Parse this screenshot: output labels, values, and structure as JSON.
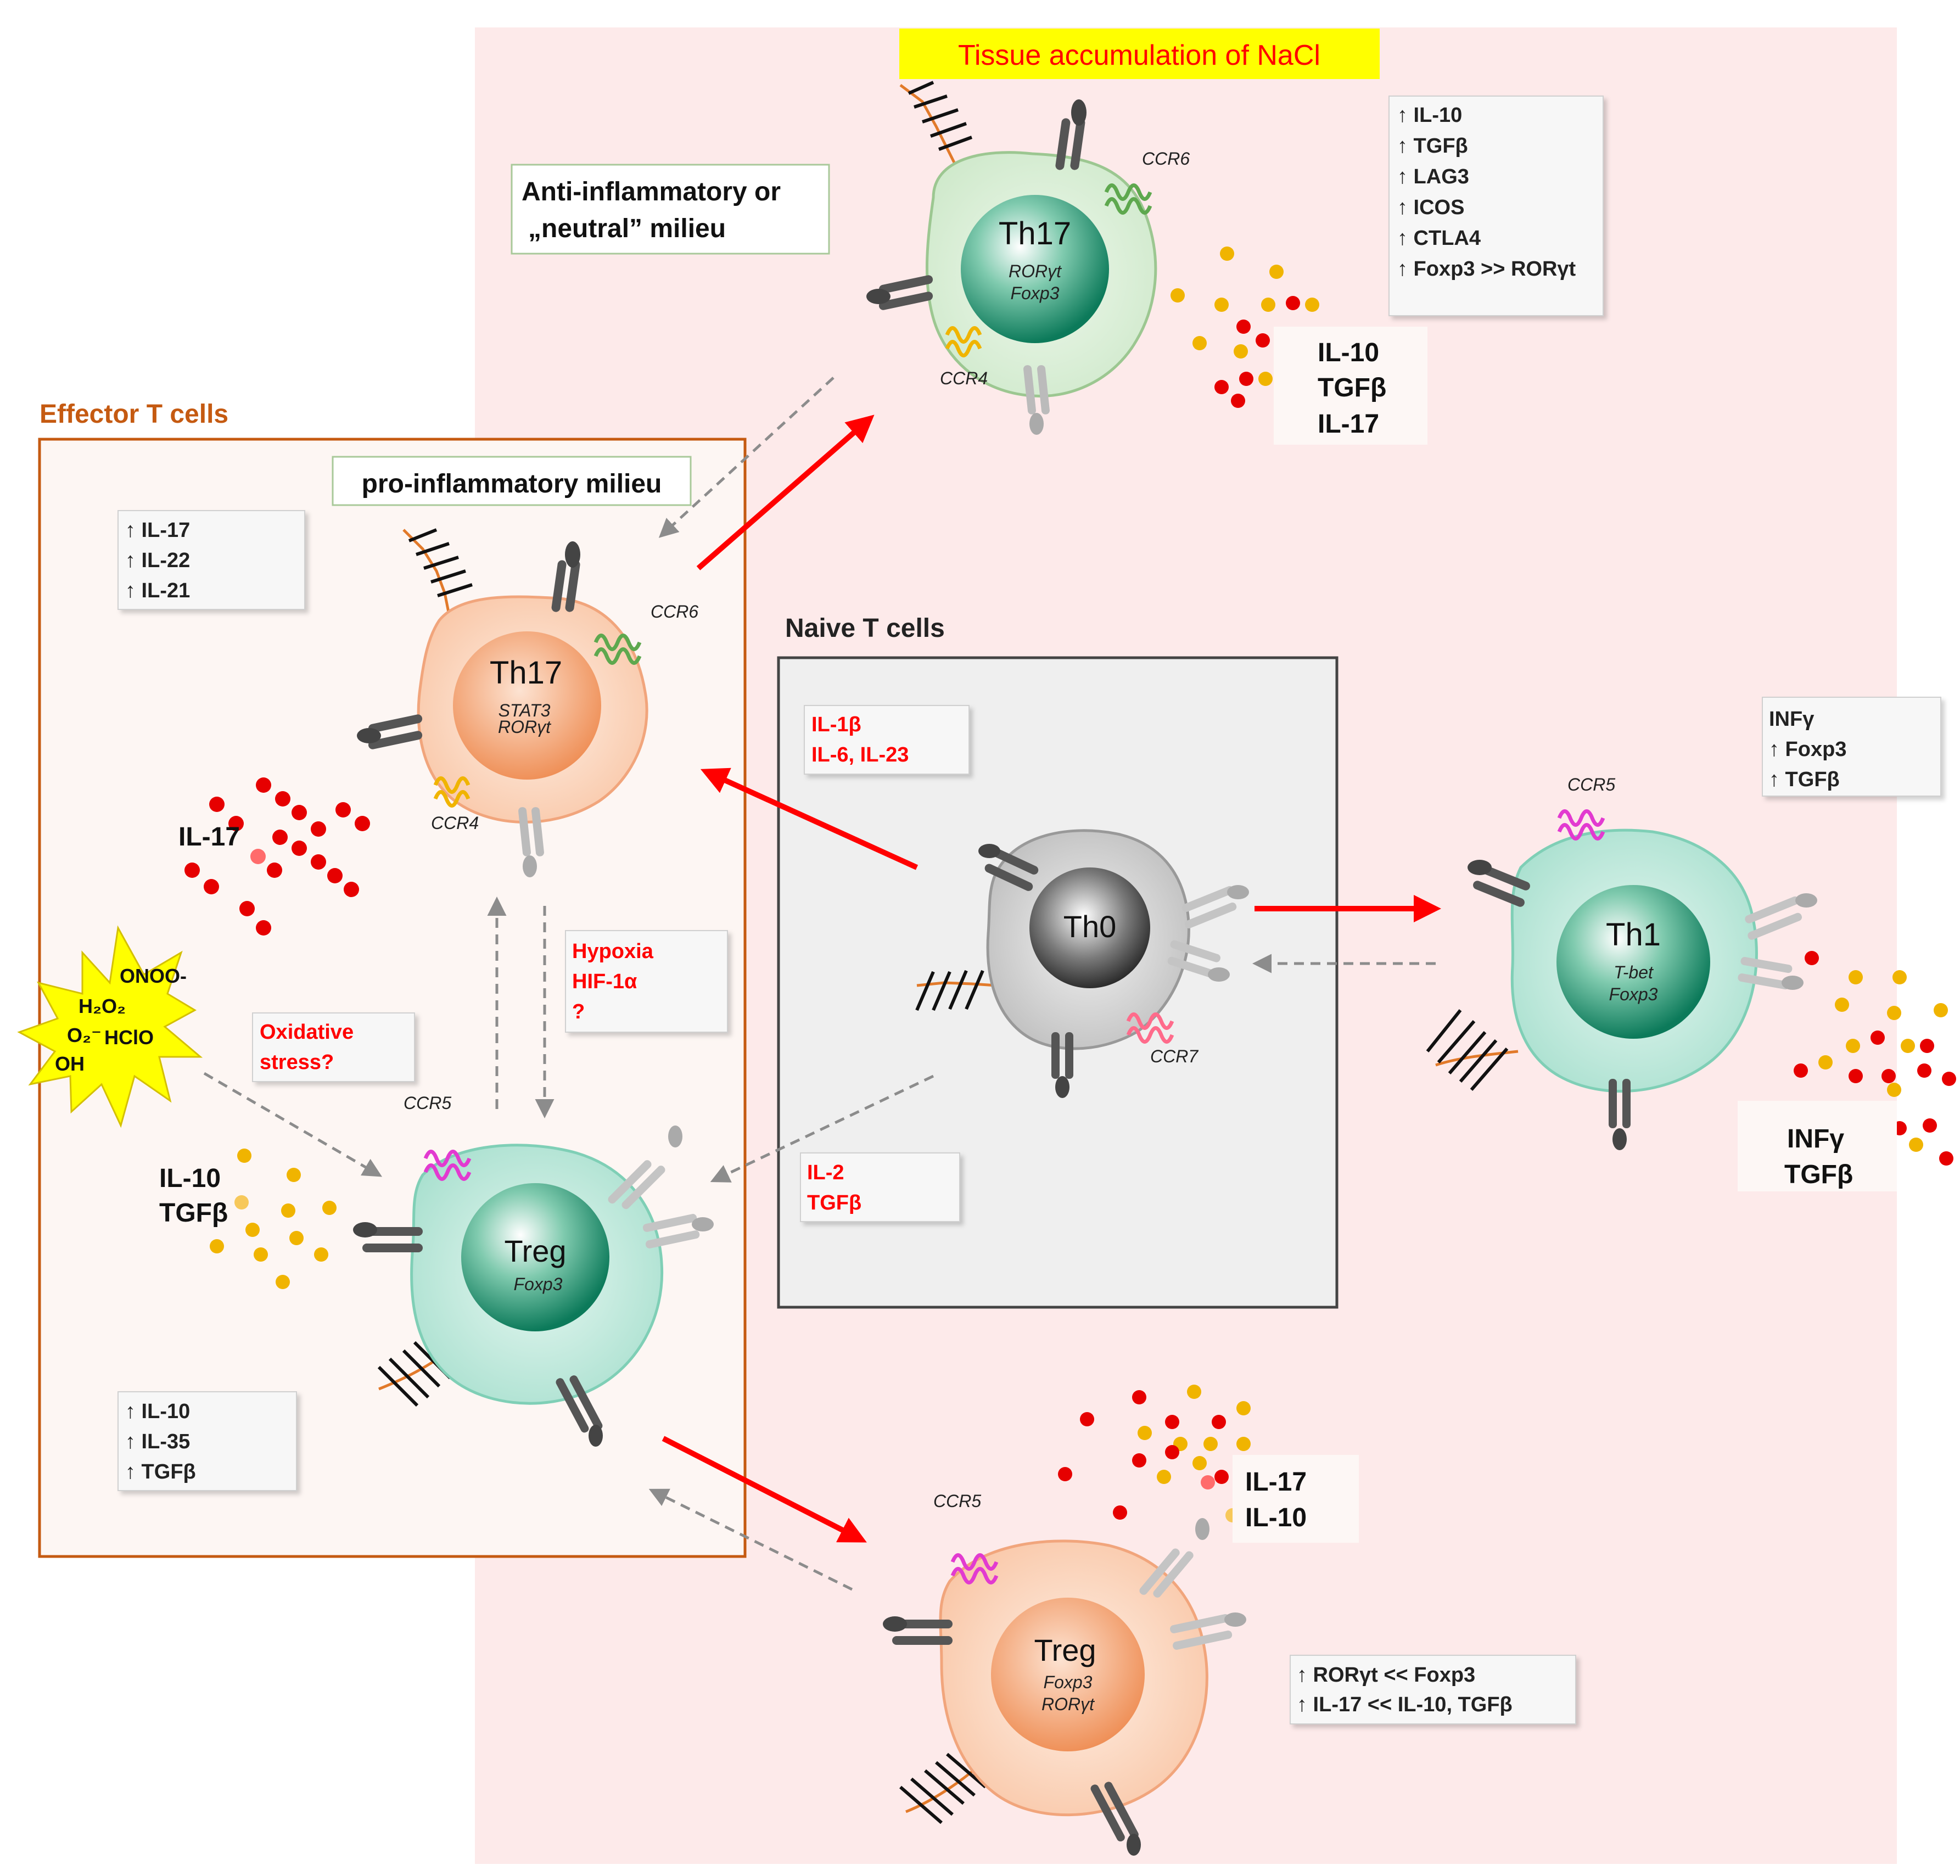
{
  "colors": {
    "salt_region": "#fdeaea",
    "effector_border": "#c55a11",
    "red_arrow": "#ff0000",
    "dashed_arrow": "#8c8c8c",
    "red_text": "#ff0000",
    "title_bg": "#ffff00",
    "green_cell_fill": "#d6ecd2",
    "mint_cell_fill": "#b9e6d8",
    "peach_cell_fill": "#fbd3b9",
    "grey_cell_fill": "#cfcfcf",
    "dark_green_nucleus": "#0f7f60",
    "peach_nucleus": "#f08c55",
    "dark_grey_nucleus": "#333333",
    "red_dot": "#e60000",
    "yellow_dot": "#f0b400",
    "burst_fill": "#ffff00"
  },
  "title": "Tissue accumulation of  NaCl",
  "regions": {
    "effector_label": "Effector T cells",
    "naive_label": "Naive T cells",
    "pro_inflammatory": "pro-inflammatory milieu",
    "anti_inflammatory_line1": "Anti-inflammatory  or",
    "anti_inflammatory_line2": "„neutral” milieu"
  },
  "cells": {
    "th17_effector": {
      "name": "Th17",
      "line1": "STAT3",
      "line2": "RORγt",
      "receptor_a": "CCR6",
      "receptor_b": "CCR4"
    },
    "th17_salt": {
      "name": "Th17",
      "line1": "RORγt",
      "line2": "Foxp3",
      "receptor_a": "CCR6",
      "receptor_b": "CCR4"
    },
    "th0": {
      "name": "Th0",
      "receptor": "CCR7"
    },
    "th1": {
      "name": "Th1",
      "line1": "T-bet",
      "line2": "Foxp3",
      "receptor": "CCR5"
    },
    "treg_effector": {
      "name": "Treg",
      "line1": "Foxp3",
      "receptor": "CCR5"
    },
    "treg_salt": {
      "name": "Treg",
      "line1": "Foxp3",
      "line2": "RORγt",
      "receptor": "CCR5"
    }
  },
  "boxes": {
    "th17_effector_markers": [
      "↑ IL-17",
      "↑ IL-22",
      "↑ IL-21"
    ],
    "th17_salt_markers": [
      "↑ IL-10",
      "↑ TGFβ",
      "↑ LAG3",
      "↑ ICOS",
      "↑ CTLA4",
      "↑ Foxp3 >> RORγt"
    ],
    "th1_markers": [
      "INFγ",
      "↑ Foxp3",
      "↑ TGFβ"
    ],
    "treg_effector_markers": [
      "↑ IL-10",
      "↑ IL-35",
      "↑ TGFβ"
    ],
    "treg_salt_markers": [
      "↑ RORγt << Foxp3",
      "↑ IL-17 << IL-10, TGFβ"
    ],
    "th17_inducers": [
      "IL-1β",
      "IL-6, IL-23"
    ],
    "treg_inducers": [
      "IL-2",
      "TGFβ"
    ],
    "hypoxia": [
      "Hypoxia",
      "HIF-1α",
      "?"
    ],
    "oxidative": [
      "Oxidative",
      "stress?"
    ]
  },
  "cytokines": {
    "th17_salt": [
      "IL-10",
      "TGFβ",
      "IL-17"
    ],
    "th17_effector": [
      "IL-17"
    ],
    "treg_effector": [
      "IL-10",
      "TGFβ"
    ],
    "th1": [
      "INFγ",
      "TGFβ"
    ],
    "treg_salt": [
      "IL-17",
      "IL-10"
    ]
  },
  "ros": [
    "ONOO-",
    "H₂O₂",
    "O₂⁻",
    "HClO",
    "OH"
  ]
}
